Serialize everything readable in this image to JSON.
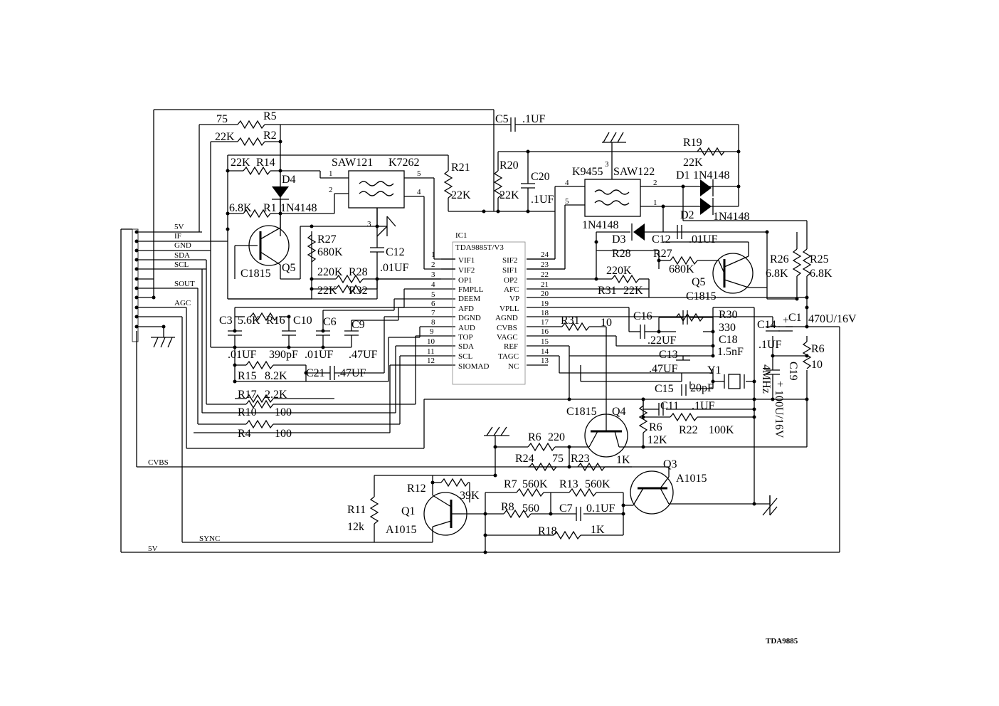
{
  "connector": {
    "pins": [
      "5V",
      "IF",
      "GND",
      "SDA",
      "SCL",
      "SOUT",
      "AGC",
      "CVBS",
      "SYNC",
      "5V"
    ]
  },
  "ic": {
    "ref": "IC1",
    "part": "TDA9885T/V3",
    "left_pins": [
      {
        "n": "1",
        "name": "VIF1"
      },
      {
        "n": "2",
        "name": "VIF2"
      },
      {
        "n": "3",
        "name": "OP1"
      },
      {
        "n": "4",
        "name": "FMPLL"
      },
      {
        "n": "5",
        "name": "DEEM"
      },
      {
        "n": "6",
        "name": "AFD"
      },
      {
        "n": "7",
        "name": "DGND"
      },
      {
        "n": "8",
        "name": "AUD"
      },
      {
        "n": "9",
        "name": "TOP"
      },
      {
        "n": "10",
        "name": "SDA"
      },
      {
        "n": "11",
        "name": "SCL"
      },
      {
        "n": "12",
        "name": "SIOMAD"
      }
    ],
    "right_pins": [
      {
        "n": "24",
        "name": "SIF2"
      },
      {
        "n": "23",
        "name": "SIF1"
      },
      {
        "n": "22",
        "name": "OP2"
      },
      {
        "n": "21",
        "name": "AFC"
      },
      {
        "n": "20",
        "name": "VP"
      },
      {
        "n": "19",
        "name": "VPLL"
      },
      {
        "n": "18",
        "name": "AGND"
      },
      {
        "n": "17",
        "name": "CVBS"
      },
      {
        "n": "16",
        "name": "VAGC"
      },
      {
        "n": "15",
        "name": "REF"
      },
      {
        "n": "14",
        "name": "TAGC"
      },
      {
        "n": "13",
        "name": "NC"
      }
    ]
  },
  "saw1": {
    "ref": "SAW121",
    "part": "K7262",
    "pins": [
      "1",
      "2",
      "3",
      "4",
      "5"
    ]
  },
  "saw2": {
    "ref": "SAW122",
    "part": "K9455",
    "pins": [
      "3",
      "4",
      "5",
      "2",
      "1"
    ]
  },
  "labels": {
    "r5_val": "75",
    "r5": "R5",
    "r2_val": "22K",
    "r2": "R2",
    "r14_val": "22K",
    "r14": "R14",
    "d4": "D4",
    "r1_val": "6.8K",
    "r1": "R1",
    "d4_part": "1N4148",
    "q5a_part": "C1815",
    "q5a": "Q5",
    "r27a": "R27",
    "r27a_val": "680K",
    "c12a": "C12",
    "c12a_val": ".01UF",
    "r28a_val": "220K",
    "r28a": "R28",
    "r32_val": "22K",
    "r32": "R32",
    "r21": "R21",
    "r21_val": "22K",
    "r20": "R20",
    "r20_val": "22K",
    "c20": "C20",
    "c20_val": ".1UF",
    "c5": "C5",
    "c5_val": ".1UF",
    "r19": "R19",
    "r19_val": "22K",
    "d1": "D1",
    "d1_part": "1N4148",
    "d2": "D2",
    "d2_part": "1N4148",
    "d3_part": "1N4148",
    "d3": "D3",
    "c12b": "C12",
    "c12b_val": ".01UF",
    "r28b": "R28",
    "r27b": "R27",
    "r28b_val": "220K",
    "r27b_val": "680K",
    "q5b": "Q5",
    "q5b_part": "C1815",
    "r31a": "R31",
    "r31a_val": "22K",
    "r26": "R26",
    "r26_val": "6.8K",
    "r25": "R25",
    "r25_val": "6.8K",
    "c3": "C3",
    "r16_val": "5.6K",
    "r16": "R16",
    "c10": "C10",
    "c6": "C6",
    "c9": "C9",
    "c3_val": ".01UF",
    "c10_val": "390pF",
    "c6_val": ".01UF",
    "c9_val": ".47UF",
    "r15": "R15",
    "r15_val": "8.2K",
    "c21": "C21",
    "c21_val": ".47UF",
    "r17": "R17",
    "r17_val": "2.2K",
    "r10": "R10",
    "r10_val": "100",
    "r4": "R4",
    "r4_val": "100",
    "r31b": "R31",
    "r31b_val": "10",
    "c16": "C16",
    "c16_val": ".22UF",
    "r30": "R30",
    "r30_val": "330",
    "c18": "C18",
    "c18_val": "1.5nF",
    "c14": "C14",
    "c14_val": ".1UF",
    "c1": "C1",
    "c1_val": "470U/16V",
    "r6a": "R6",
    "r6a_val": "10",
    "c13": "C13",
    "c13_val": ".47UF",
    "y1": "Y1",
    "y1_val": "4MHz",
    "c15": "C15",
    "c15_val": "20pF",
    "c19": "C19",
    "c19_val": "100U/16V",
    "c11": "C11",
    "c11_val": ".1UF",
    "r22": "R22",
    "r22_val": "100K",
    "q4_part": "C1815",
    "q4": "Q4",
    "r6b": "R6",
    "r6b_val": "12K",
    "r6c": "R6",
    "r6c_val": "220",
    "r24": "R24",
    "r24_val": "75",
    "r23": "R23",
    "r23_val": "1K",
    "q3": "Q3",
    "q3_part": "A1015",
    "r12": "R12",
    "r12_val": "39K",
    "r7": "R7",
    "r7_val": "560K",
    "r13": "R13",
    "r13_val": "560K",
    "r11": "R11",
    "r11_val": "12k",
    "q1": "Q1",
    "q1_part": "A1015",
    "r8": "R8",
    "r8_val": "560",
    "c7": "C7",
    "c7_val": "0.1UF",
    "r18": "R18",
    "r18_val": "1K",
    "title": "TDA9885"
  }
}
